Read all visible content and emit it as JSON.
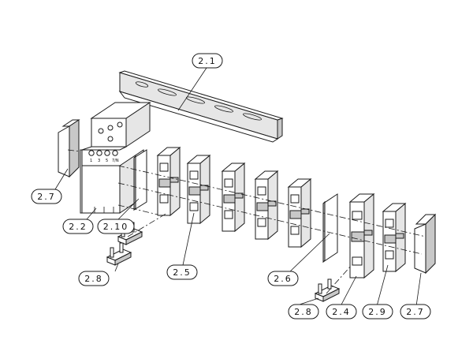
{
  "callouts": [
    {
      "id": "c1",
      "label": "2.1"
    },
    {
      "id": "c2",
      "label": "2.7"
    },
    {
      "id": "c3",
      "label": "2.2"
    },
    {
      "id": "c4",
      "label": "2.10"
    },
    {
      "id": "c5",
      "label": "2.8"
    },
    {
      "id": "c6",
      "label": "2.5"
    },
    {
      "id": "c7",
      "label": "2.6"
    },
    {
      "id": "c8",
      "label": "2.8"
    },
    {
      "id": "c9",
      "label": "2.4"
    },
    {
      "id": "c10",
      "label": "2.9"
    },
    {
      "id": "c11",
      "label": "2.7"
    }
  ],
  "device_terminals": [
    "1",
    "3",
    "5",
    "7/N"
  ]
}
